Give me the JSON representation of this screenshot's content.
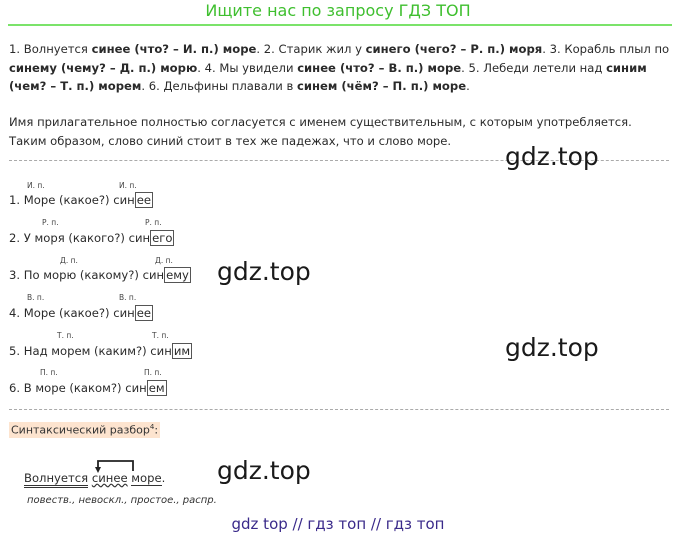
{
  "header": {
    "title": "Ищите нас по запросу ГДЗ ТОП"
  },
  "p1": [
    {
      "t": "1. Волнуется "
    },
    {
      "t": "синее (что? – И. п.) море",
      "b": true
    },
    {
      "t": ". 2. Старик жил у "
    },
    {
      "t": "синего (чего? – Р. п.) моря",
      "b": true
    },
    {
      "t": ". 3. Корабль плыл по "
    },
    {
      "t": "синему (чему? – Д. п.) морю",
      "b": true
    },
    {
      "t": ". 4. Мы увидели "
    },
    {
      "t": "синее (что? – В. п.) море",
      "b": true
    },
    {
      "t": ". 5. Лебеди летели над "
    },
    {
      "t": "синим (чем? – Т. п.) морем",
      "b": true
    },
    {
      "t": ". 6. Дельфины плавали в "
    },
    {
      "t": "синем (чём? – П. п.) море",
      "b": true
    },
    {
      "t": "."
    }
  ],
  "p2": "Имя прилагательное полностью согласуется с именем существительным, с которым употребляется. Таким образом, слово синий стоит в тех же падежах, что и слово море.",
  "watermarks": [
    "gdz.top",
    "gdz.top",
    "gdz.top",
    "gdz.top"
  ],
  "examples": [
    {
      "text": "1. Море (какое?) син",
      "ending": "ее",
      "case1": "И. п.",
      "case2": "И. п."
    },
    {
      "text": "2. У моря (какого?) син",
      "ending": "его",
      "case1": "Р. п.",
      "case2": "Р. п."
    },
    {
      "text": "3. По морю (какому?) син",
      "ending": "ему",
      "case1": "Д. п.",
      "case2": "Д. п."
    },
    {
      "text": "4. Море (какое?) син",
      "ending": "ее",
      "case1": "В. п.",
      "case2": "В. п."
    },
    {
      "text": "5. Над морем (каким?) син",
      "ending": "им",
      "case1": "Т. п.",
      "case2": "Т. п."
    },
    {
      "text": "6. В море (каком?) син",
      "ending": "ем",
      "case1": "П. п.",
      "case2": "П. п."
    }
  ],
  "syntax": {
    "label": "Синтаксический разбор",
    "footnote": "4",
    "colon": ":",
    "predicate": "Волнуется",
    "attribute": "синее",
    "subject": "море",
    "period": ".",
    "notes": "повеств., невоскл., простое., распр."
  },
  "footer": "gdz top  //  гдз топ  //  гдз топ"
}
